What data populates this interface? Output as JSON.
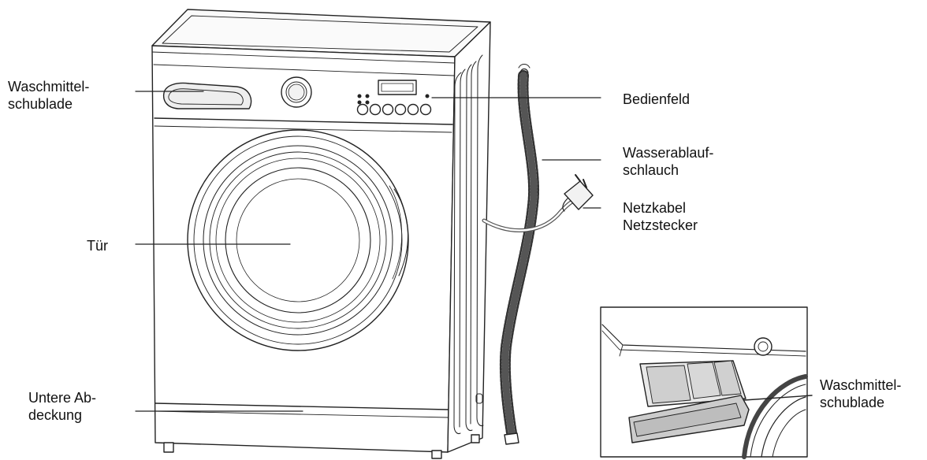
{
  "labels": {
    "detergent_drawer_main": [
      "Waschmittel-",
      "schublade"
    ],
    "door": [
      "Tür"
    ],
    "lower_cover": [
      "Untere Ab-",
      "deckung"
    ],
    "control_panel": [
      "Bedienfeld"
    ],
    "drain_hose": [
      "Wasserablauf-",
      "schlauch"
    ],
    "power_cable": [
      "Netzkabel",
      "Netzstecker"
    ],
    "detergent_drawer_detail": [
      "Waschmittel-",
      "schublade"
    ]
  }
}
